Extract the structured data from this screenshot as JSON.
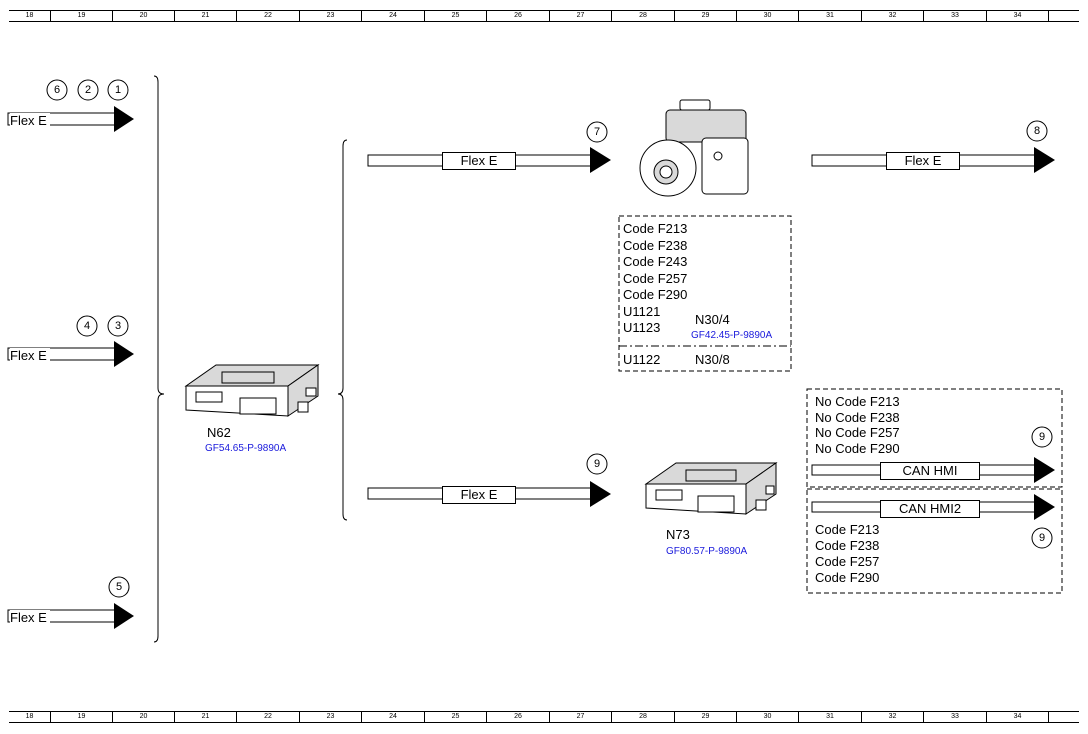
{
  "ruler": [
    "18",
    "19",
    "20",
    "21",
    "22",
    "23",
    "24",
    "25",
    "26",
    "27",
    "28",
    "29",
    "30",
    "31",
    "32",
    "33",
    "34",
    ""
  ],
  "left_inputs": [
    {
      "label": "Flex E",
      "markers": [
        "6",
        "2",
        "1"
      ]
    },
    {
      "label": "Flex E",
      "markers": [
        "4",
        "3"
      ]
    },
    {
      "label": "Flex E",
      "markers": [
        "5"
      ]
    }
  ],
  "n62": {
    "name": "N62",
    "ref": "GF54.65-P-9890A"
  },
  "upper_branch": {
    "in_label": "Flex E",
    "in_marker": "7",
    "out_label": "Flex E",
    "out_marker": "8",
    "component": {
      "name": "N30/4",
      "ref": "GF42.45-P-9890A"
    },
    "codes": [
      "Code F213",
      "Code F238",
      "Code F243",
      "Code F257",
      "Code F290",
      "U1121",
      "U1123"
    ],
    "alt": {
      "code": "U1122",
      "name": "N30/8"
    }
  },
  "lower_branch": {
    "in_label": "Flex E",
    "in_marker": "9",
    "component": {
      "name": "N73",
      "ref": "GF80.57-P-9890A"
    },
    "no_codes": [
      "No Code F213",
      "No Code F238",
      "No Code F257",
      "No Code F290"
    ],
    "can1": {
      "label": "CAN HMI",
      "marker": "9"
    },
    "can2": {
      "label": "CAN HMI2",
      "marker": "9"
    },
    "codes": [
      "Code F213",
      "Code F238",
      "Code F257",
      "Code F290"
    ]
  }
}
